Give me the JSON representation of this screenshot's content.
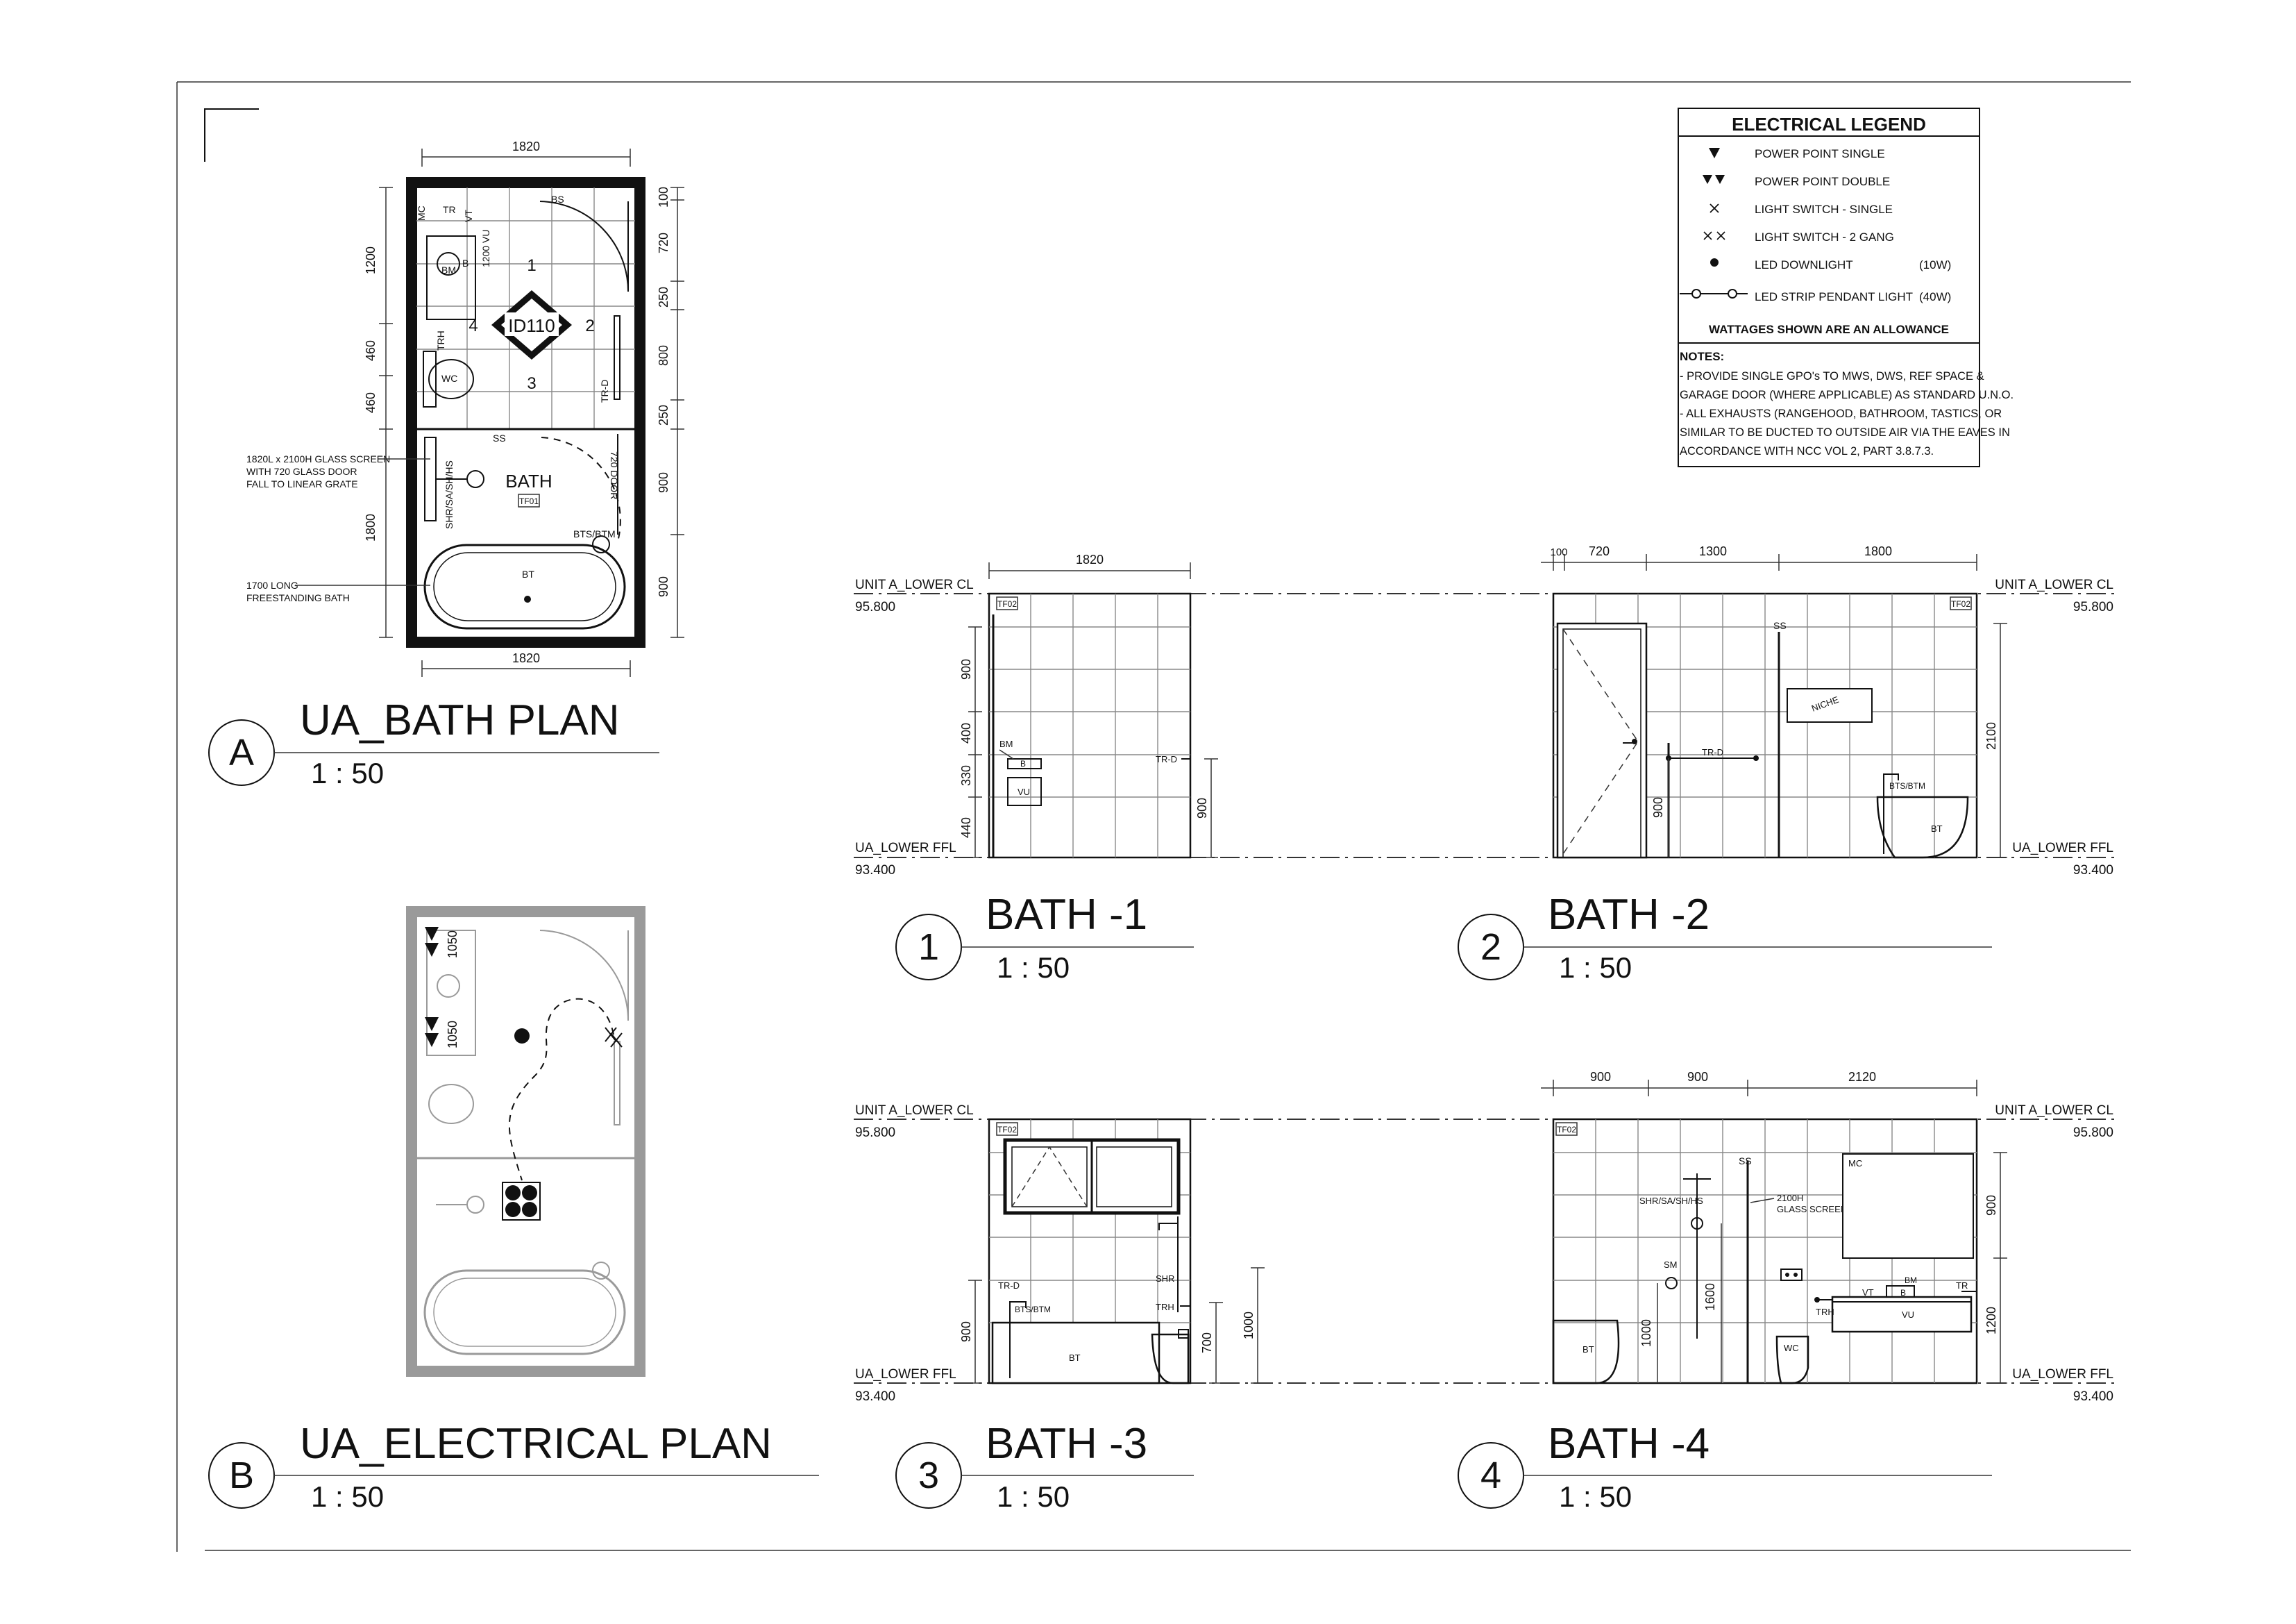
{
  "plans": {
    "a": {
      "tag": "A",
      "title": "UA_BATH PLAN",
      "scale": "1 : 50"
    },
    "b": {
      "tag": "B",
      "title": "UA_ELECTRICAL PLAN",
      "scale": "1 : 50"
    }
  },
  "elevations": [
    {
      "tag": "1",
      "title": "BATH -1",
      "scale": "1 : 50"
    },
    {
      "tag": "2",
      "title": "BATH -2",
      "scale": "1 : 50"
    },
    {
      "tag": "3",
      "title": "BATH -3",
      "scale": "1 : 50"
    },
    {
      "tag": "4",
      "title": "BATH -4",
      "scale": "1 : 50"
    }
  ],
  "levels": {
    "ceiling_name": "UNIT A_LOWER CL",
    "ceiling_value": "95.800",
    "floor_name": "UA_LOWER FFL",
    "floor_value": "93.400"
  },
  "bath_plan": {
    "dim_top": "1820",
    "dim_bottom": "1820",
    "dims_left": [
      "1200",
      "460",
      "460",
      "1800"
    ],
    "dims_right": [
      "100",
      "720",
      "250",
      "800",
      "250",
      "900",
      "900"
    ],
    "wall_numbers": [
      "1",
      "2",
      "3",
      "4"
    ],
    "room_tag": "ID110",
    "labels": {
      "mc": "MC",
      "tr": "TR",
      "vt": "VT",
      "bs": "BS",
      "bm": "BM",
      "b": "B",
      "vu_depth": "1200 VU",
      "trh": "TRH",
      "wc": "WC",
      "trd": "TR-D",
      "ss": "SS",
      "bath": "BATH",
      "tf": "TF01",
      "door": "720 DOOR",
      "shr": "SHR/SA/SH/HS",
      "bts": "BTS/BTM",
      "bt": "BT"
    },
    "callout_screen": [
      "1820L x 2100H GLASS SCREEN",
      "WITH 720 GLASS DOOR",
      "FALL TO LINEAR GRATE"
    ],
    "callout_bath": [
      "1700 LONG",
      "FREESTANDING BATH"
    ]
  },
  "elec_plan": {
    "dims": [
      "1050",
      "1050"
    ]
  },
  "elev1": {
    "dim_top": "1820",
    "dims_left": [
      "900",
      "400",
      "330",
      "440"
    ],
    "dim_right": "900",
    "labels": {
      "tf": "TF02",
      "bm": "BM",
      "b": "B",
      "vu": "VU",
      "trd": "TR-D"
    }
  },
  "elev2": {
    "dims_top": [
      "100",
      "720",
      "1300",
      "1800"
    ],
    "dim_right": "2100",
    "dim_left": "900",
    "labels": {
      "tf": "TF02",
      "ss": "SS",
      "niche": "NICHE",
      "trd": "TR-D",
      "bts": "BTS/BTM",
      "bt": "BT"
    }
  },
  "elev3": {
    "dims_left": [
      "900"
    ],
    "dims_right": [
      "700",
      "1000"
    ],
    "labels": {
      "tf": "TF02",
      "trd": "TR-D",
      "bts": "BTS/BTM",
      "shr": "SHR",
      "trh": "TRH",
      "bt": "BT"
    }
  },
  "elev4": {
    "dims_top": [
      "900",
      "900",
      "2120"
    ],
    "dims_right": [
      "900",
      "1200"
    ],
    "dim_1000": "1000",
    "dim_1600": "1600",
    "labels": {
      "tf": "TF02",
      "shr": "SHR/SA/SH/HS",
      "ss": "SS",
      "screen": [
        "2100H",
        "GLASS SCREEN"
      ],
      "mc": "MC",
      "sm": "SM",
      "bm": "BM",
      "b": "B",
      "vt": "VT",
      "tr": "TR",
      "vu": "VU",
      "trh": "TRH",
      "bt": "BT",
      "wc": "WC"
    }
  },
  "legend": {
    "title": "ELECTRICAL LEGEND",
    "items": [
      {
        "label": "POWER POINT SINGLE",
        "watt": "",
        "icon": "triangle-down-icon"
      },
      {
        "label": "POWER POINT DOUBLE",
        "watt": "",
        "icon": "double-triangle-icon"
      },
      {
        "label": "LIGHT SWITCH - SINGLE",
        "watt": "",
        "icon": "cross-icon"
      },
      {
        "label": "LIGHT SWITCH - 2 GANG",
        "watt": "",
        "icon": "double-cross-icon"
      },
      {
        "label": "LED DOWNLIGHT",
        "watt": "(10W)",
        "icon": "dot-icon"
      },
      {
        "label": "LED STRIP PENDANT LIGHT",
        "watt": "(40W)",
        "icon": "pendant-icon"
      }
    ],
    "note_wattage": "WATTAGES SHOWN ARE AN ALLOWANCE",
    "notes_title": "NOTES:",
    "notes": [
      "- PROVIDE SINGLE GPO's TO MWS, DWS, REF SPACE &",
      "GARAGE DOOR (WHERE APPLICABLE) AS STANDARD U.N.O.",
      "- ALL EXHAUSTS (RANGEHOOD, BATHROOM, TASTICS, OR",
      "SIMILAR TO BE DUCTED TO OUTSIDE AIR VIA THE EAVES IN",
      "ACCORDANCE WITH NCC VOL 2, PART 3.8.7.3."
    ]
  }
}
